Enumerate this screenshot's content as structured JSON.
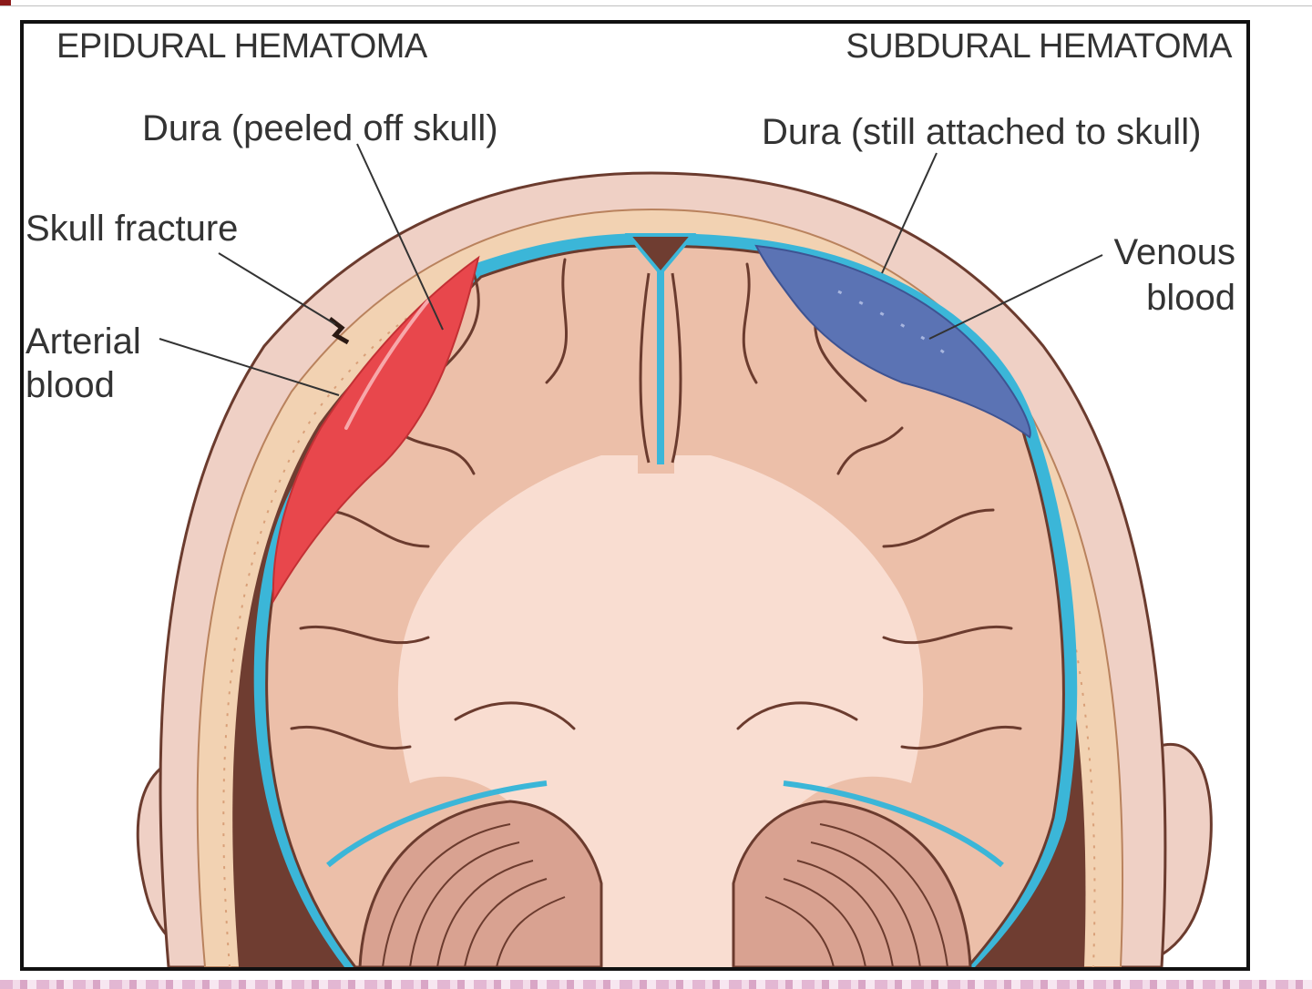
{
  "headings": {
    "left": "EPIDURAL HEMATOMA",
    "right": "SUBDURAL HEMATOMA"
  },
  "labels": {
    "dura_peeled": "Dura (peeled off skull)",
    "dura_attached": "Dura (still attached to skull)",
    "skull_fracture": "Skull fracture",
    "arterial_blood": [
      "Arterial",
      "blood"
    ],
    "venous_blood": [
      "Venous",
      "blood"
    ]
  },
  "colors": {
    "arterial": "#e8474c",
    "venous": "#5b73b4",
    "dura": "#3bb6d8",
    "brain": "#ecbfa9",
    "white_matter": "#f9ddd1",
    "bone": "#f2d2b2",
    "scalp": "#efd0c5",
    "outline": "#6b3b2e",
    "text": "#333333"
  }
}
